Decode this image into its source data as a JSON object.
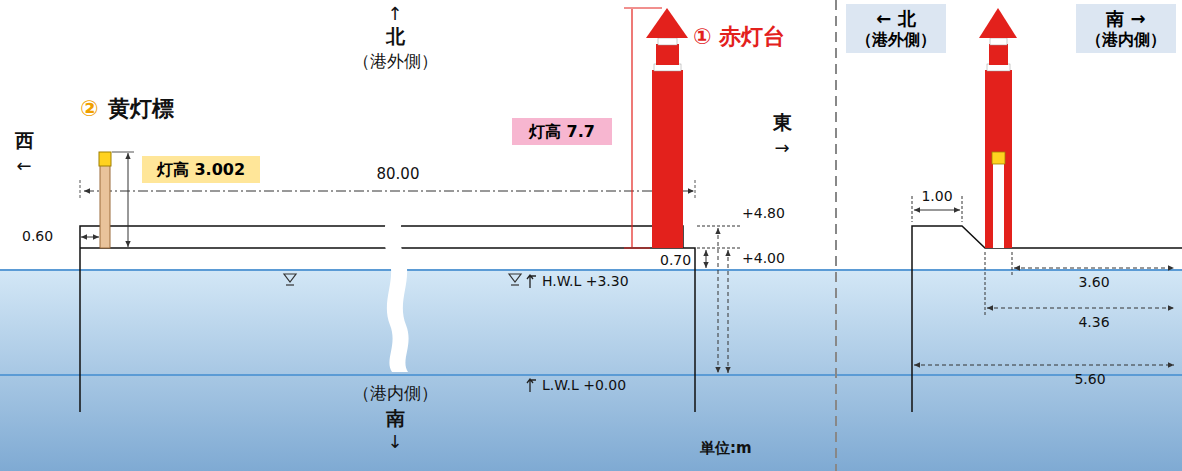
{
  "diagram": {
    "nodes": [
      {
        "text": [
          "灯高 3.002"
        ]
      },
      {
        "text": [
          "灯高 7.7"
        ]
      },
      {
        "text": [
          "← 北",
          "（港外側）"
        ]
      },
      {
        "text": [
          "南 →",
          "（港内側）"
        ]
      }
    ],
    "labels": [
      "②",
      "黄灯標",
      "① 赤灯台",
      "↑",
      "北",
      "（港外側）",
      "西",
      "←",
      "東",
      "→",
      "80.00",
      "0.60",
      "+4.80",
      "+4.00",
      "0.70",
      "H.W.L +3.30",
      "L.W.L +0.00",
      "（港内側）",
      "南",
      "↓",
      "単位:m",
      "1.00",
      "3.60",
      "4.36",
      "5.60"
    ]
  }
}
